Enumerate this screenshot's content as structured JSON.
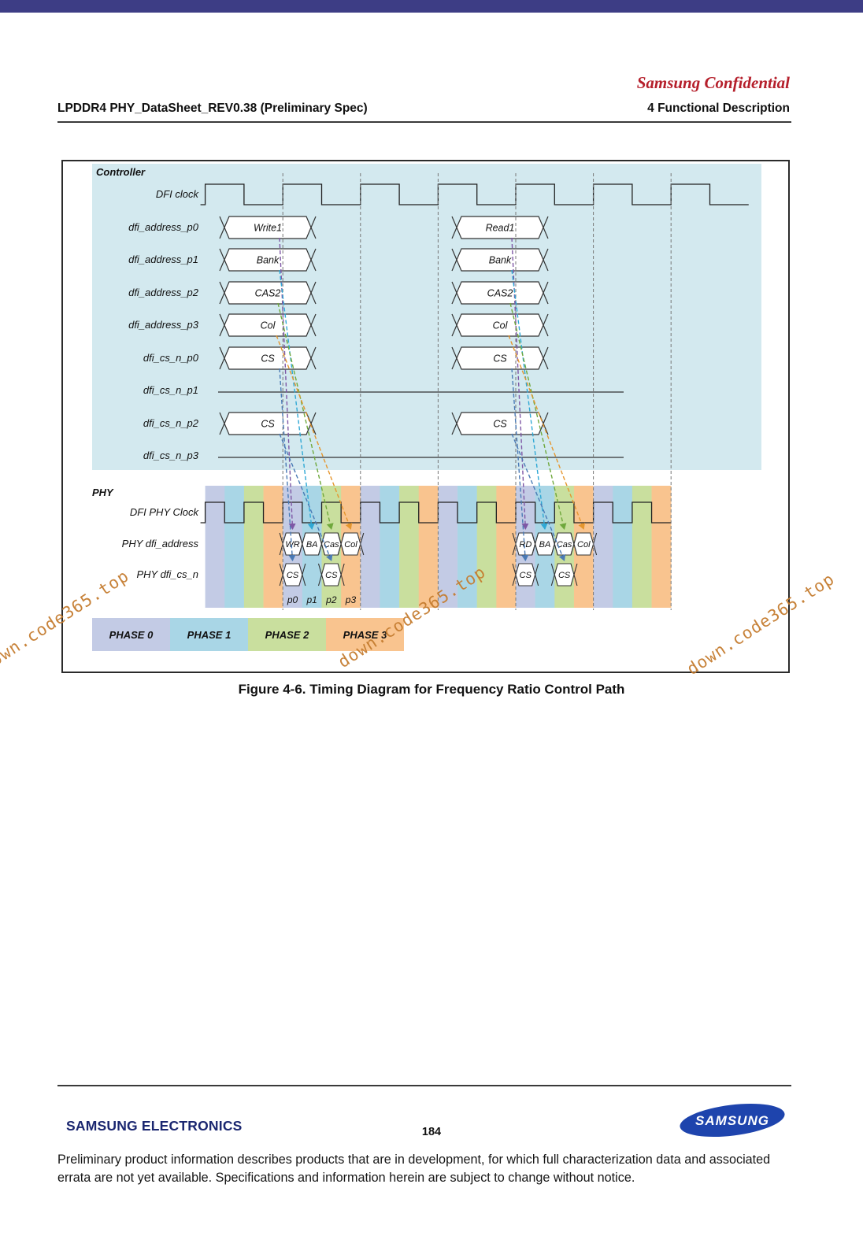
{
  "header": {
    "confidential": "Samsung Confidential",
    "doc_title": "LPDDR4 PHY_DataSheet_REV0.38 (Preliminary Spec)",
    "section": "4 Functional Description"
  },
  "figure": {
    "caption": "Figure 4-6. Timing Diagram for Frequency Ratio Control Path",
    "controller": {
      "label": "Controller",
      "bg_color": "#d3e9ef",
      "clock_label": "DFI clock",
      "signals": [
        {
          "name": "dfi_address_p0",
          "type": "bus",
          "values": [
            "Write1",
            "Read1"
          ]
        },
        {
          "name": "dfi_address_p1",
          "type": "bus",
          "values": [
            "Bank",
            "Bank"
          ]
        },
        {
          "name": "dfi_address_p2",
          "type": "bus",
          "values": [
            "CAS2",
            "CAS2"
          ]
        },
        {
          "name": "dfi_address_p3",
          "type": "bus",
          "values": [
            "Col",
            "Col"
          ]
        },
        {
          "name": "dfi_cs_n_p0",
          "type": "bus",
          "values": [
            "CS",
            "CS"
          ]
        },
        {
          "name": "dfi_cs_n_p1",
          "type": "flat"
        },
        {
          "name": "dfi_cs_n_p2",
          "type": "bus",
          "values": [
            "CS",
            "CS"
          ]
        },
        {
          "name": "dfi_cs_n_p3",
          "type": "flat"
        }
      ]
    },
    "phy": {
      "label": "PHY",
      "clock_label": "DFI PHY Clock",
      "address_label": "PHY dfi_address",
      "cs_label": "PHY dfi_cs_n",
      "address_slots": [
        [
          "WR",
          "BA",
          "Cas",
          "Col"
        ],
        [
          "RD",
          "BA",
          "Cas",
          "Col"
        ]
      ],
      "cs_slots": [
        [
          "CS",
          "CS"
        ],
        [
          "CS",
          "CS"
        ]
      ],
      "phase_ticks": [
        "p0",
        "p1",
        "p2",
        "p3"
      ]
    },
    "phases": [
      {
        "label": "PHASE 0",
        "color": "#c3cbe5"
      },
      {
        "label": "PHASE 1",
        "color": "#a9d6e6"
      },
      {
        "label": "PHASE 2",
        "color": "#c9df9e"
      },
      {
        "label": "PHASE 3",
        "color": "#f9c48f"
      }
    ],
    "arrow_colors": [
      "#7e57a5",
      "#2fa8d5",
      "#6fa83c",
      "#e5962e",
      "#4a7ab5"
    ]
  },
  "watermark": {
    "text": "down.code365.top",
    "color": "#c57c2f"
  },
  "footer": {
    "company": "SAMSUNG ELECTRONICS",
    "page_number": "184",
    "logo_text": "SAMSUNG",
    "disclaimer": "Preliminary product information describes products that are in development, for which full characterization data and associated errata are not yet available. Specifications and information herein are subject to change without notice."
  }
}
